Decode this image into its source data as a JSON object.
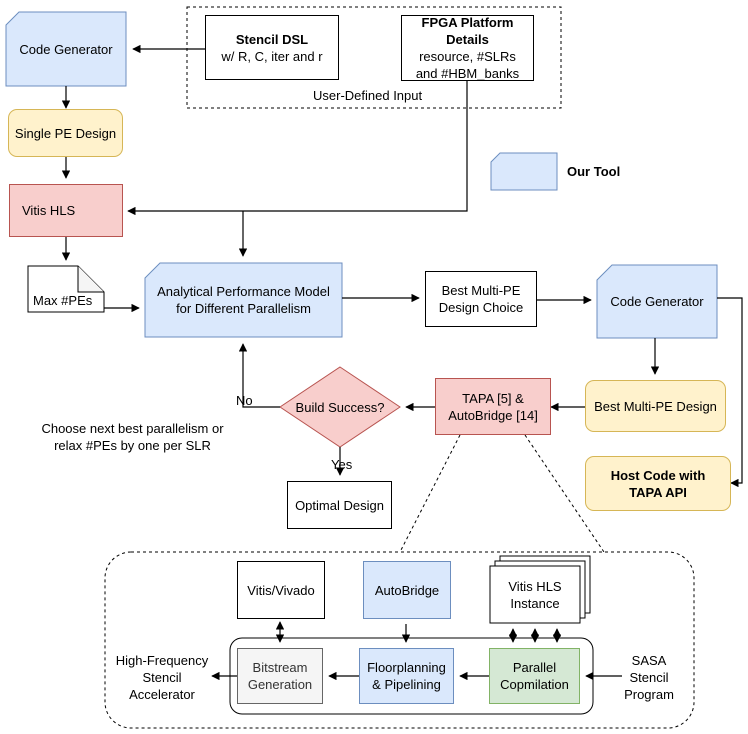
{
  "colors": {
    "tool_fill": "#dae8fc",
    "tool_stroke": "#6c8ebf",
    "design_fill": "#fff2cc",
    "design_stroke": "#d6b656",
    "hls_fill": "#f8cecc",
    "hls_stroke": "#b85450",
    "compile_fill": "#d5e8d4",
    "compile_stroke": "#82b366",
    "bitstream_fill": "#f5f5f5",
    "bitstream_stroke": "#666666"
  },
  "input_group": {
    "caption": "User-Defined Input",
    "stencil_dsl": {
      "title": "Stencil DSL",
      "detail": "w/ R, C, iter and r"
    },
    "fpga_platform": {
      "title": "FPGA Platform Details",
      "line1": "resource, #SLRs",
      "line2": "and #HBM_banks"
    }
  },
  "nodes": {
    "code_generator_top": "Code Generator",
    "single_pe_design": "Single PE Design",
    "vitis_hls": "Vitis HLS",
    "max_pes": "Max #PEs",
    "performance_model": {
      "line1": "Analytical Performance Model",
      "line2": "for Different Parallelism"
    },
    "best_choice": {
      "line1": "Best Multi-PE",
      "line2": "Design Choice"
    },
    "code_generator_right": "Code Generator",
    "best_multi_pe_design": "Best Multi-PE Design",
    "host_code": {
      "line1": "Host Code with",
      "line2": "TAPA API"
    },
    "tapa": {
      "line1": "TAPA [5] &",
      "line2": "AutoBridge [14]"
    },
    "build_success": "Build Success?",
    "optimal_design": "Optimal Design",
    "no_label": "No",
    "yes_label": "Yes",
    "retry_note": {
      "line1": "Choose next best parallelism or",
      "line2": "relax #PEs by one per SLR"
    }
  },
  "legend": {
    "label": "Our Tool"
  },
  "detail": {
    "vitis_vivado": "Vitis/Vivado",
    "autobridge": "AutoBridge",
    "hls_instance": {
      "line1": "Vitis HLS",
      "line2": "Instance"
    },
    "bitstream": {
      "line1": "Bitstream",
      "line2": "Generation"
    },
    "floorplanning": {
      "line1": "Floorplanning",
      "line2": "& Pipelining"
    },
    "parallel": {
      "line1": "Parallel",
      "line2": "Copmilation"
    },
    "output": {
      "line1": "High-Frequency",
      "line2": "Stencil",
      "line3": "Accelerator"
    },
    "input": {
      "line1": "SASA",
      "line2": "Stencil",
      "line3": "Program"
    }
  }
}
